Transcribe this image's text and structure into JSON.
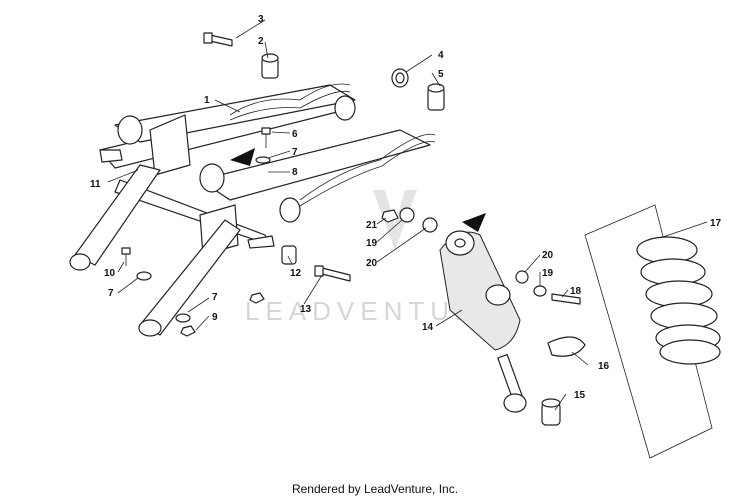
{
  "watermark": "LEADVENTURE",
  "footer": "Rendered by LeadVenture, Inc.",
  "callouts": [
    "1",
    "2",
    "3",
    "4",
    "5",
    "6",
    "7",
    "8",
    "9",
    "10",
    "11",
    "12",
    "13",
    "14",
    "15",
    "16",
    "17",
    "18",
    "19",
    "20",
    "21"
  ],
  "colors": {
    "line": "#222222",
    "watermark": "#d6d6d6",
    "hatch": "#888888"
  },
  "icons": [
    "pointer-arrow",
    "coil-spring",
    "shock-absorber",
    "swing-arm",
    "bolt",
    "bushing",
    "washer",
    "nut",
    "spring-clip"
  ]
}
